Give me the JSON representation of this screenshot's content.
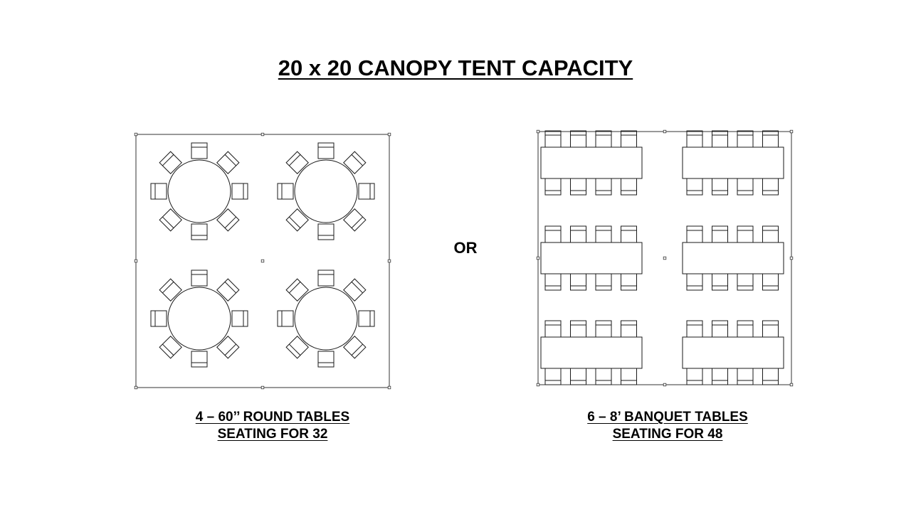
{
  "title": "20 x 20 CANOPY TENT CAPACITY",
  "separator": "OR",
  "layouts": [
    {
      "id": "round",
      "table_type": "60\" round",
      "table_count": 4,
      "chairs_per_table": 8,
      "caption_line1": "4 – 60’’ ROUND TABLES",
      "caption_line2": "SEATING FOR 32"
    },
    {
      "id": "banquet",
      "table_type": "8' banquet",
      "table_count": 6,
      "chairs_per_table": 8,
      "caption_line1": "6 – 8’ BANQUET TABLES",
      "caption_line2": "SEATING FOR 48"
    }
  ],
  "colors": {
    "line": "#1a1a1a",
    "background": "#ffffff"
  }
}
